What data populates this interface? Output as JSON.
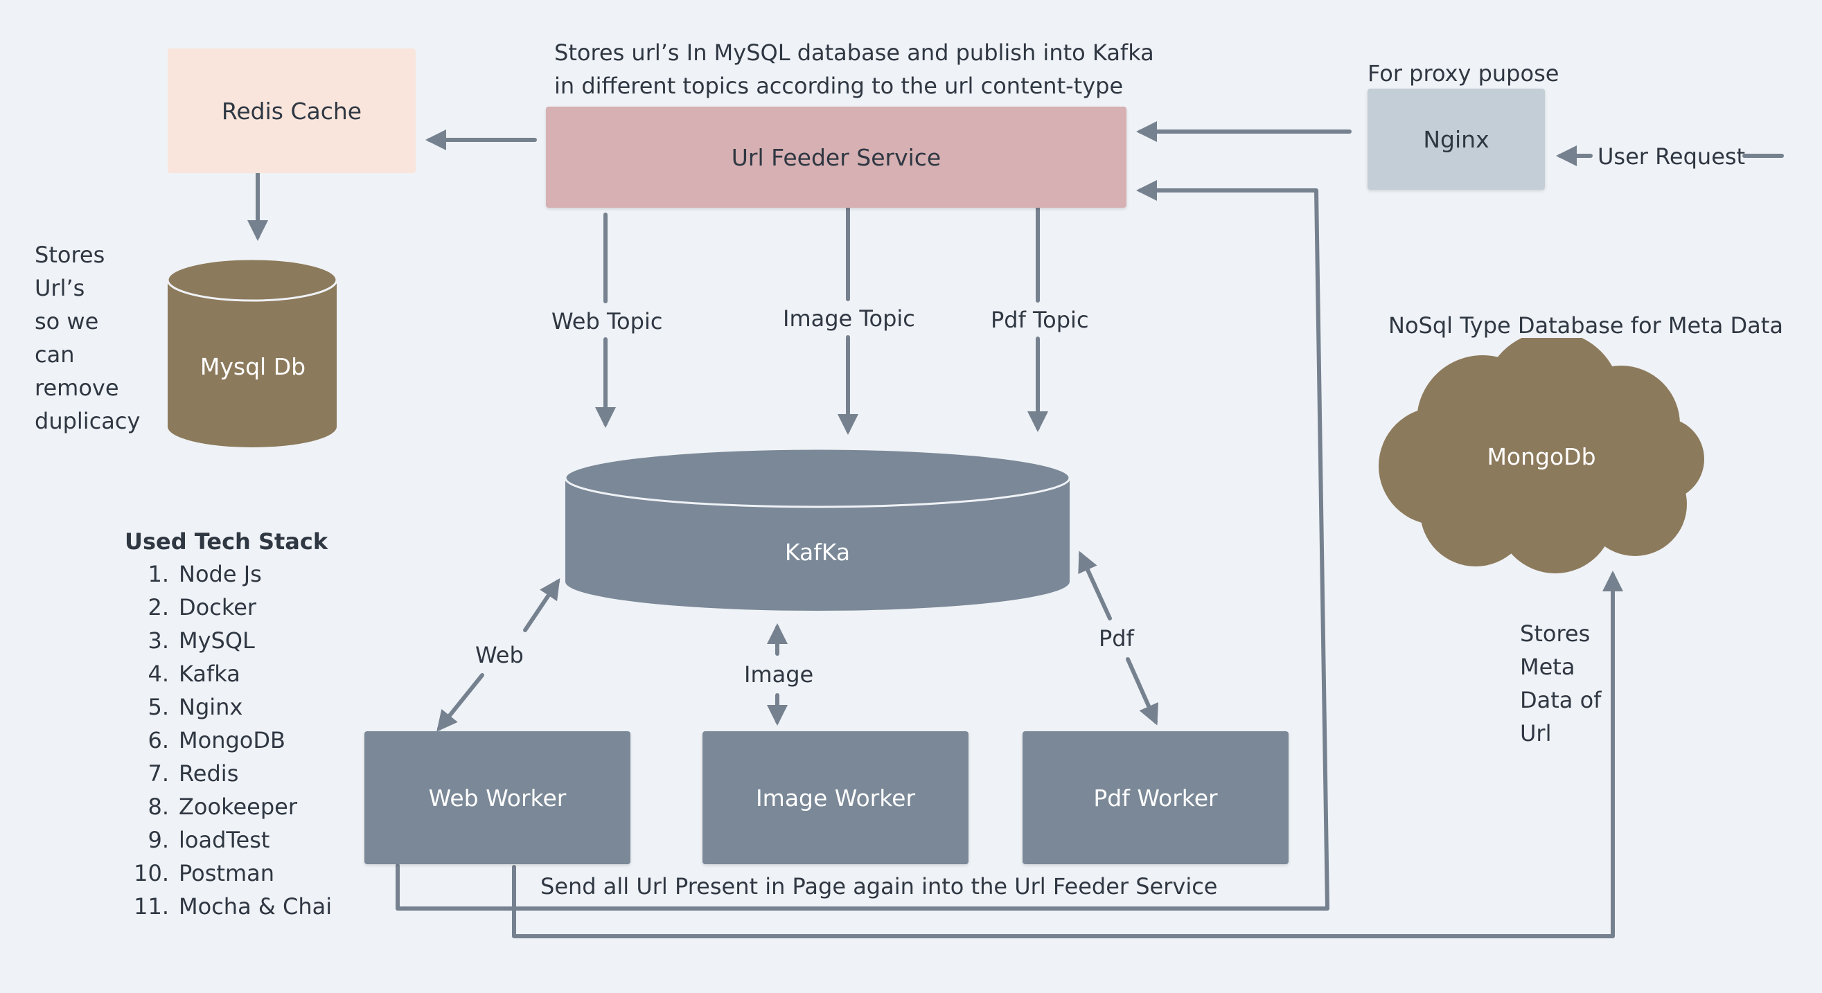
{
  "colors": {
    "background": "#eff2f6",
    "arrow": "#76818f",
    "redis": "#f9e5dc",
    "feeder": "#d6b0b2",
    "nginx": "#c3ced7",
    "mysql": "#8c7a5c",
    "kafka": "#7a8897",
    "worker": "#7a8897",
    "mongo": "#8c7a5c"
  },
  "nodes": {
    "redis": "Redis Cache",
    "feeder": "Url Feeder Service",
    "nginx": "Nginx",
    "mysql": "Mysql Db",
    "kafka": "KafKa",
    "mongo": "MongoDb",
    "web_worker": "Web Worker",
    "image_worker": "Image Worker",
    "pdf_worker": "Pdf Worker"
  },
  "annotations": {
    "feeder_note_1": "Stores url’s In MySQL database and publish into Kafka",
    "feeder_note_2": "in different topics according to the url content-type",
    "nginx_note": "For proxy pupose",
    "user_request": "User Request",
    "mongo_note": "NoSql Type Database for Meta Data",
    "mysql_note": [
      "Stores",
      "Url’s",
      "so we",
      "can",
      "remove",
      "duplicacy"
    ],
    "meta_note": [
      "Stores",
      "Meta",
      "Data of",
      "Url"
    ],
    "send_back": "Send all Url Present in Page again into the Url Feeder Service"
  },
  "edges": {
    "web_topic": "Web Topic",
    "image_topic": "Image Topic",
    "pdf_topic": "Pdf Topic",
    "web": "Web",
    "image": "Image",
    "pdf": "Pdf"
  },
  "tech_stack": {
    "title": "Used Tech Stack",
    "items": [
      {
        "n": "1.",
        "label": "Node Js"
      },
      {
        "n": "2.",
        "label": "Docker"
      },
      {
        "n": "3.",
        "label": "MySQL"
      },
      {
        "n": "4.",
        "label": "Kafka"
      },
      {
        "n": "5.",
        "label": "Nginx"
      },
      {
        "n": "6.",
        "label": "MongoDB"
      },
      {
        "n": "7.",
        "label": "Redis"
      },
      {
        "n": "8.",
        "label": "Zookeeper"
      },
      {
        "n": "9.",
        "label": "loadTest"
      },
      {
        "n": "10.",
        "label": "Postman"
      },
      {
        "n": "11.",
        "label": "Mocha & Chai"
      }
    ]
  }
}
